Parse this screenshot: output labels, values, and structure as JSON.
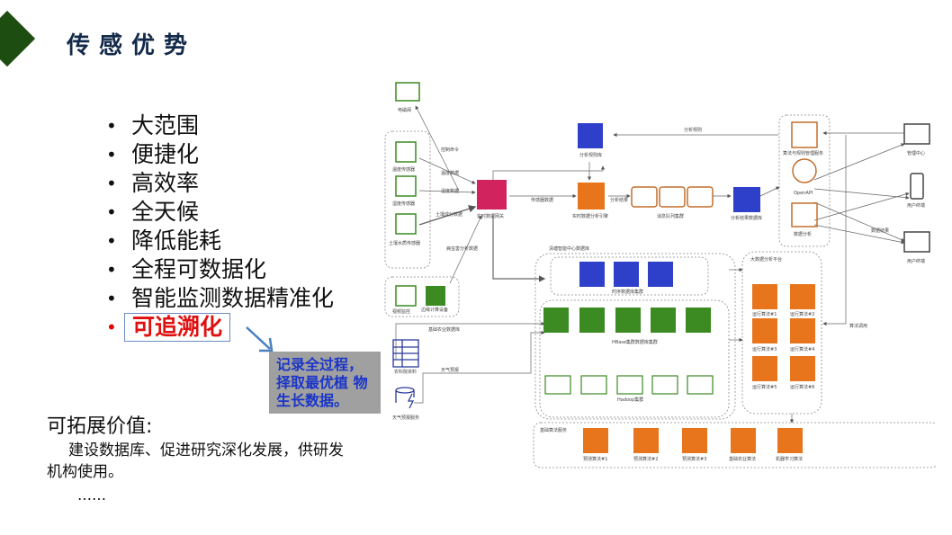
{
  "header": {
    "title": "传感优势"
  },
  "bullets": [
    {
      "text": "大范围",
      "highlight": false
    },
    {
      "text": "便捷化",
      "highlight": false
    },
    {
      "text": "高效率",
      "highlight": false
    },
    {
      "text": "全天候",
      "highlight": false
    },
    {
      "text": "降低能耗",
      "highlight": false
    },
    {
      "text": "全程可数据化",
      "highlight": false
    },
    {
      "text": "智能监测数据精准化",
      "highlight": false
    },
    {
      "text": "可追溯化",
      "highlight": true
    }
  ],
  "callout": {
    "line1": "记录全过程，",
    "line2": "择取最优植 物",
    "line3": "生长数据。"
  },
  "extension": {
    "title": "可拓展价值:",
    "body": "建设数据库、促进研究深化发展，供研发机构使用。",
    "ellipsis": "……"
  },
  "diagram": {
    "sensors": [
      "电磁阀",
      "温度传感器",
      "湿度传感器",
      "土壤水质传感器",
      "视频监控",
      "边缘计算设备"
    ],
    "gateway": "实时数据网关",
    "engine": "实时数据分析引擎",
    "rule_db": "分析规则库",
    "queue": "消息队列集群",
    "result_db": "分析结果数据库",
    "services": [
      "算法与规则管理服务",
      "OpenAPI",
      "数据分析"
    ],
    "clients": [
      "管理中心",
      "用户终端",
      "用户终端"
    ],
    "datacenter": "清塘智能中心数据库",
    "tsdb": "时序数据库集群",
    "hbase": "HBase集群数据库集群",
    "hadoop": "Hadoop集群",
    "platform": "大数据分析平台",
    "algos": [
      "运行算法#1",
      "运行算法#2",
      "运行算法#3",
      "运行算法#4",
      "运行算法#5",
      "运行算法#6"
    ],
    "base_service": "基础算法服务",
    "base_algos": [
      "预测算法#1",
      "预测算法#2",
      "预测算法#3",
      "基础农业算法",
      "机器学习算法"
    ],
    "external": [
      "农科院资料",
      "天气预报服务"
    ],
    "edges": [
      "控制命令",
      "温度数据",
      "湿度数据",
      "土壤成分数据",
      "病虫害分析数据",
      "传感器数据",
      "分析结果",
      "分析规则",
      "数据结果",
      "算法调用",
      "基础农业数据库",
      "天气预报"
    ]
  },
  "colors": {
    "accent_green": "#1e4d12",
    "title_navy": "#132a4a",
    "highlight_red": "#e01010",
    "callout_text": "#1a35c8",
    "callout_bg": "#a0a0a0",
    "aws_green": "#3b8a22",
    "aws_orange": "#e8741b",
    "aws_blue": "#2e3fc9",
    "aws_pink": "#d1245f"
  }
}
